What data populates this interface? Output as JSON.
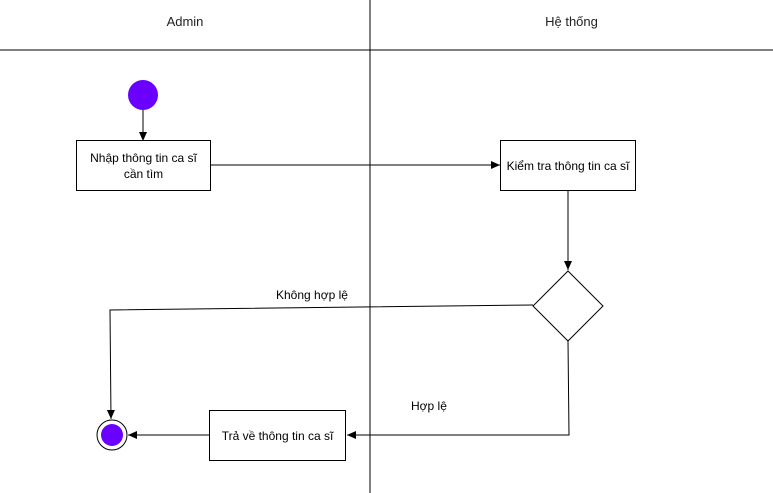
{
  "lanes": [
    {
      "title": "Admin"
    },
    {
      "title": "Hệ thống"
    }
  ],
  "nodes": {
    "input_info": "Nhập thông tin ca sĩ cần tìm",
    "check_info": "Kiểm tra thông tin ca sĩ",
    "return_info": "Trả về thông tin ca sĩ"
  },
  "edge_labels": {
    "invalid": "Không hợp lệ",
    "valid": "Hợp lệ"
  },
  "colors": {
    "node_fill": "#6a00ff",
    "line": "#000000",
    "lane_divider": "#000000"
  }
}
